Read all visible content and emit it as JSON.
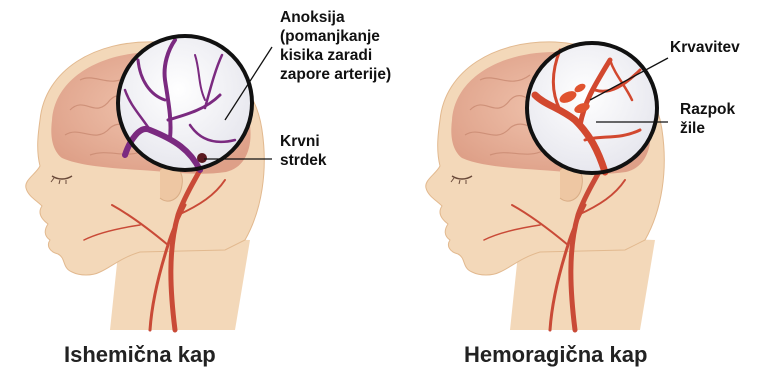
{
  "panels": [
    {
      "id": "ischemic",
      "caption": "Ishemična kap",
      "labels": {
        "anoxia": [
          "Anoksija",
          "(pomanjkanje",
          "kisika zaradi",
          "zapore arterije)"
        ],
        "clot": [
          "Krvni",
          "strdek"
        ]
      }
    },
    {
      "id": "hemorrhagic",
      "caption": "Hemoragična kap",
      "labels": {
        "bleeding": [
          "Krvavitev"
        ],
        "rupture": [
          "Razpok",
          "žile"
        ]
      }
    }
  ],
  "colors": {
    "skin": "#f3d8b9",
    "skin_shadow": "#e9c3a0",
    "brain": "#eab7a0",
    "artery": "#c94a37",
    "artery_ischemic": "#7b2a80",
    "bleed": "#e0532f",
    "lens_ring": "#111111",
    "lens_fill": "#f6f6f8"
  }
}
